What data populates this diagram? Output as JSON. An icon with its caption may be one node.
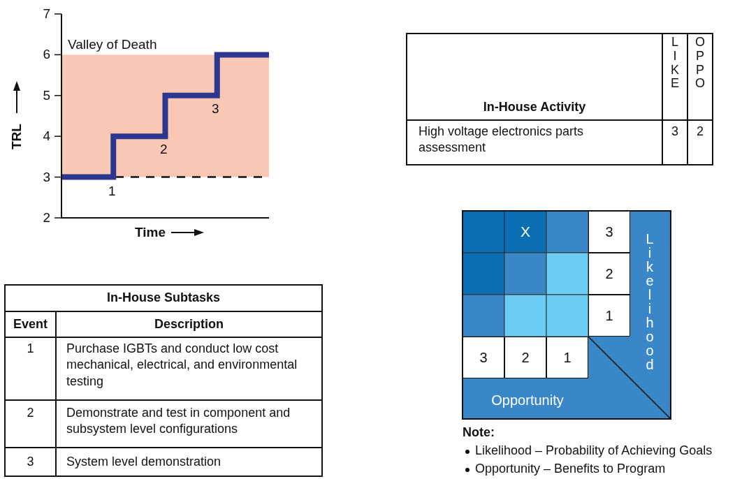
{
  "diagram": {
    "labels": [
      "7",
      "6",
      "5",
      "4",
      "3",
      "2",
      "Valley of Death",
      "TRL",
      "1",
      "2",
      "3",
      "Time",
      "In-House Activity",
      "LIKE",
      "OPPO",
      "High voltage electronics parts assessment",
      "3",
      "2",
      "X",
      "3",
      "2",
      "1",
      "3",
      "2",
      "1",
      "Likelihood",
      "Opportunity",
      "In-House Subtasks",
      "Event",
      "Description",
      "1",
      "Purchase IGBTs and conduct low cost mechanical, electrical, and environmental testing",
      "2",
      "Demonstrate and test in component and subsystem level configurations",
      "3",
      "System level demonstration",
      "Note:",
      "Likelihood – Probability of Achieving Goals",
      "Opportunity – Benefits to Program"
    ]
  }
}
